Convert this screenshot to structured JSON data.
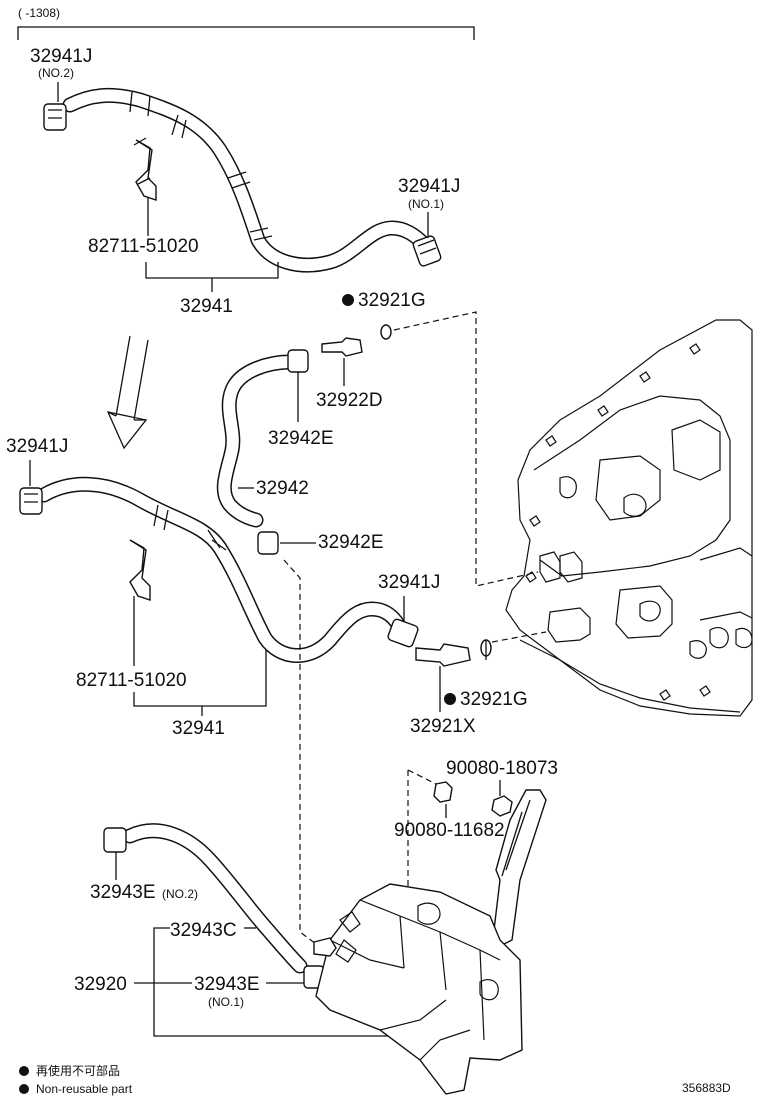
{
  "header": {
    "range": "(      -1308)"
  },
  "labels": {
    "top_32941J": "32941J",
    "top_32941J_no2": "(NO.2)",
    "top_82711": "82711-51020",
    "top_32941J_r": "32941J",
    "top_32941J_no1": "(NO.1)",
    "top_32941": "32941",
    "g_32921G_top": "32921G",
    "g_32922D": "32922D",
    "g_32942E_a": "32942E",
    "g_32942": "32942",
    "g_32942E_b": "32942E",
    "mid_32941J": "32941J",
    "mid_32941J_r": "32941J",
    "mid_82711": "82711-51020",
    "mid_32941": "32941",
    "g_32921G_bot": "32921G",
    "g_32921X": "32921X",
    "b_90080_18073": "90080-18073",
    "b_90080_11682": "90080-11682",
    "b_32943E_a": "32943E",
    "b_32943E_a_no2": "(NO.2)",
    "b_32943C": "32943C",
    "b_32920": "32920",
    "b_32943E_b": "32943E",
    "b_32943E_b_no1": "(NO.1)"
  },
  "legend": {
    "jp": "再使用不可部品",
    "en": "Non-reusable part"
  },
  "footer": {
    "code": "356883D"
  }
}
